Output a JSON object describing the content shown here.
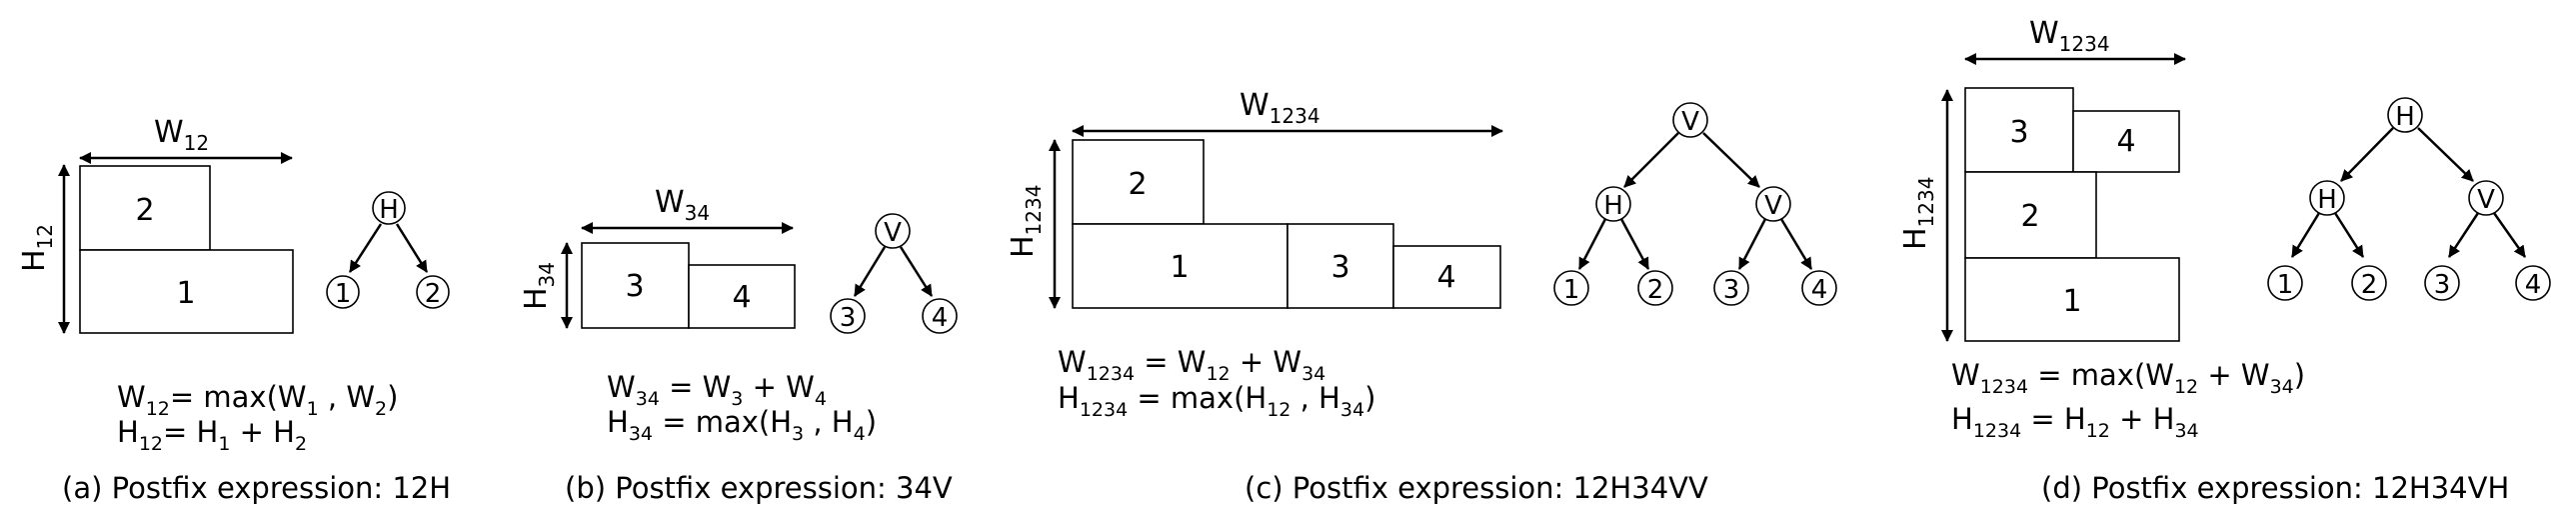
{
  "panels": [
    {
      "id": "a",
      "caption": "(a) Postfix expression: 12H",
      "width_label": {
        "base": "W",
        "sub": "12"
      },
      "height_label": {
        "base": "H",
        "sub": "12"
      },
      "blocks": [
        "2",
        "1"
      ],
      "tree": {
        "root": "H",
        "leaves": [
          "1",
          "2"
        ]
      },
      "formulas": [
        [
          {
            "t": "W"
          },
          {
            "s": "12"
          },
          {
            "t": "= max(W"
          },
          {
            "s": "1"
          },
          {
            "t": " , W"
          },
          {
            "s": "2"
          },
          {
            "t": ")"
          }
        ],
        [
          {
            "t": "H"
          },
          {
            "s": "12"
          },
          {
            "t": "= H"
          },
          {
            "s": "1"
          },
          {
            "t": " + H"
          },
          {
            "s": "2"
          }
        ]
      ]
    },
    {
      "id": "b",
      "caption": "(b) Postfix expression: 34V",
      "width_label": {
        "base": "W",
        "sub": "34"
      },
      "height_label": {
        "base": "H",
        "sub": "34"
      },
      "blocks": [
        "3",
        "4"
      ],
      "tree": {
        "root": "V",
        "leaves": [
          "3",
          "4"
        ]
      },
      "formulas": [
        [
          {
            "t": "W"
          },
          {
            "s": "34"
          },
          {
            "t": " = W"
          },
          {
            "s": "3"
          },
          {
            "t": " + W"
          },
          {
            "s": "4"
          }
        ],
        [
          {
            "t": "H"
          },
          {
            "s": "34"
          },
          {
            "t": " = max(H"
          },
          {
            "s": "3"
          },
          {
            "t": " , H"
          },
          {
            "s": "4"
          },
          {
            "t": ")"
          }
        ]
      ]
    },
    {
      "id": "c",
      "caption": "(c) Postfix expression: 12H34VV",
      "width_label": {
        "base": "W",
        "sub": "1234"
      },
      "height_label": {
        "base": "H",
        "sub": "1234"
      },
      "blocks": [
        "2",
        "1",
        "3",
        "4"
      ],
      "tree": {
        "root": "V",
        "children": [
          "H",
          "V"
        ],
        "leaves": [
          "1",
          "2",
          "3",
          "4"
        ]
      },
      "formulas": [
        [
          {
            "t": "W"
          },
          {
            "s": "1234"
          },
          {
            "t": " = W"
          },
          {
            "s": "12"
          },
          {
            "t": " + W"
          },
          {
            "s": "34"
          }
        ],
        [
          {
            "t": "H"
          },
          {
            "s": "1234"
          },
          {
            "t": " = max(H"
          },
          {
            "s": "12"
          },
          {
            "t": " , H"
          },
          {
            "s": "34"
          },
          {
            "t": ")"
          }
        ]
      ]
    },
    {
      "id": "d",
      "caption": "(d) Postfix expression: 12H34VH",
      "width_label": {
        "base": "W",
        "sub": "1234"
      },
      "height_label": {
        "base": "H",
        "sub": "1234"
      },
      "blocks": [
        "3",
        "4",
        "2",
        "1"
      ],
      "tree": {
        "root": "H",
        "children": [
          "H",
          "V"
        ],
        "leaves": [
          "1",
          "2",
          "3",
          "4"
        ]
      },
      "formulas": [
        [
          {
            "t": "W"
          },
          {
            "s": "1234"
          },
          {
            "t": " = max(W"
          },
          {
            "s": "12"
          },
          {
            "t": " + W"
          },
          {
            "s": "34"
          },
          {
            "t": ")"
          }
        ],
        [
          {
            "t": "H"
          },
          {
            "s": "1234"
          },
          {
            "t": " = H"
          },
          {
            "s": "12"
          },
          {
            "t": " + H"
          },
          {
            "s": "34"
          }
        ]
      ]
    }
  ]
}
